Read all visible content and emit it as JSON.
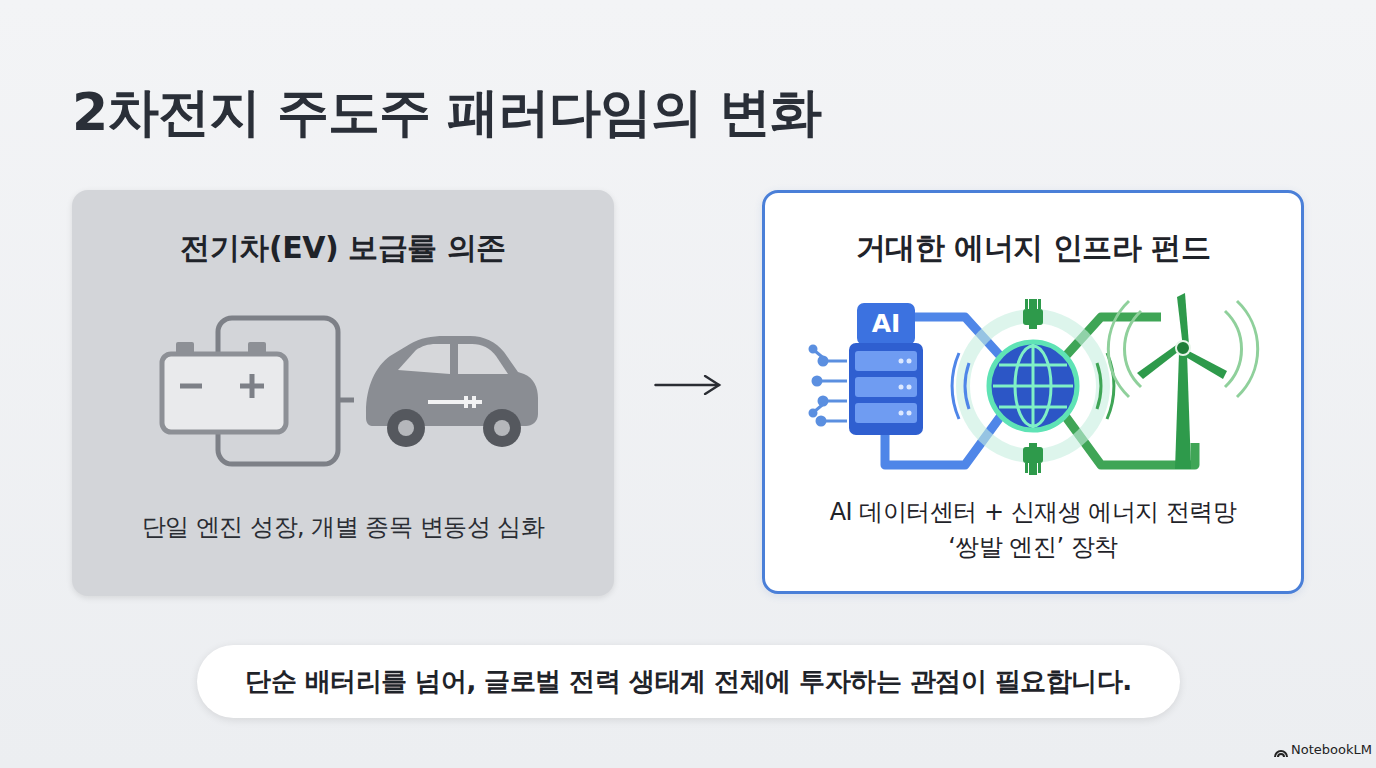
{
  "diagram": {
    "title": "2차전지 주도주 패러다임의 변화",
    "nodes": [
      {
        "text": [
          "전기차(EV) 보급률 의존",
          "단일 엔진 성장, 개별 종목 변동성 심화"
        ]
      },
      {
        "text": [
          "거대한 에너지 인프라 펀드",
          "AI 데이터센터 + 신재생 에너지 전력망 ‘쌍발 엔진’ 장착"
        ]
      },
      {
        "text": [
          "단순 배터리를 넘어, 글로벌 전력 생태계 전체에 투자하는 관점이 필요합니다."
        ]
      }
    ],
    "edges": [
      {
        "from": 0,
        "to": 1,
        "arrow": "to"
      }
    ],
    "labels": [
      "AI",
      "NotebookLM"
    ]
  }
}
